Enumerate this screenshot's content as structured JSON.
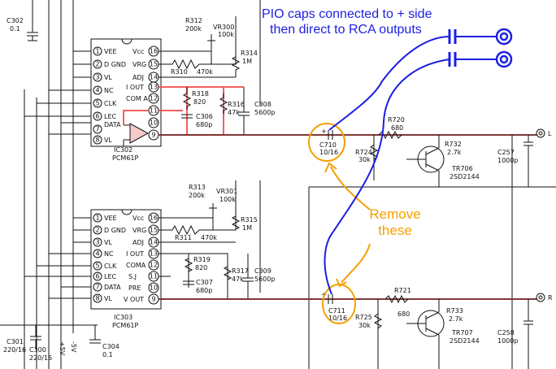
{
  "annotation": {
    "line1": "PIO caps connected to + side",
    "line2": "then direct to RCA outputs",
    "remove_line1": "Remove",
    "remove_line2": "these"
  },
  "ic_top": {
    "name": "IC302",
    "part": "PCM61P",
    "pins_left": [
      {
        "num": "1",
        "label": "VEE"
      },
      {
        "num": "2",
        "label": "D GND"
      },
      {
        "num": "3",
        "label": "VL"
      },
      {
        "num": "4",
        "label": "NC"
      },
      {
        "num": "5",
        "label": "CLK"
      },
      {
        "num": "6",
        "label": "LEC"
      },
      {
        "num": "7",
        "label": "DATA"
      },
      {
        "num": "8",
        "label": "VL"
      }
    ],
    "pins_right": [
      {
        "num": "16",
        "label": "Vcc"
      },
      {
        "num": "15",
        "label": "VRG"
      },
      {
        "num": "14",
        "label": "ADJ"
      },
      {
        "num": "13",
        "label": "I OUT"
      },
      {
        "num": "12",
        "label": "COM A"
      },
      {
        "num": "11",
        "label": ""
      },
      {
        "num": "10",
        "label": ""
      },
      {
        "num": "9",
        "label": ""
      }
    ]
  },
  "ic_bottom": {
    "name": "IC303",
    "part": "PCM61P",
    "pins_left": [
      {
        "num": "1",
        "label": "VEE"
      },
      {
        "num": "2",
        "label": "D GND"
      },
      {
        "num": "3",
        "label": "VL"
      },
      {
        "num": "4",
        "label": "NC"
      },
      {
        "num": "5",
        "label": "CLK"
      },
      {
        "num": "6",
        "label": "LEC"
      },
      {
        "num": "7",
        "label": "DATA"
      },
      {
        "num": "8",
        "label": "VL"
      }
    ],
    "pins_right": [
      {
        "num": "16",
        "label": "Vcc"
      },
      {
        "num": "15",
        "label": "VRG"
      },
      {
        "num": "14",
        "label": "ADJ"
      },
      {
        "num": "13",
        "label": "I OUT"
      },
      {
        "num": "12",
        "label": "COMA"
      },
      {
        "num": "11",
        "label": "S.J"
      },
      {
        "num": "10",
        "label": "PRE"
      },
      {
        "num": "9",
        "label": "V OUT"
      }
    ]
  },
  "components": {
    "c302": {
      "name": "C302",
      "value": "0.1"
    },
    "r312": {
      "name": "R312",
      "value": "200k"
    },
    "vr300": {
      "name": "VR300",
      "value": "100k"
    },
    "r314": {
      "name": "R314",
      "value": "1M"
    },
    "r310": {
      "name": "R310",
      "value": "470k"
    },
    "r318": {
      "name": "R318",
      "value": "820"
    },
    "r316": {
      "name": "R316",
      "value": "47k"
    },
    "c308": {
      "name": "C308",
      "value": "5600p"
    },
    "c306": {
      "name": "C306",
      "value": "680p"
    },
    "r720": {
      "name": "R720",
      "value": "680"
    },
    "c710": {
      "name": "C710",
      "value": "10/16"
    },
    "r724": {
      "name": "R724",
      "value": "30k"
    },
    "r732": {
      "name": "R732",
      "value": "2.7k"
    },
    "tr706": {
      "name": "TR706",
      "value": "2SD2144"
    },
    "c257": {
      "name": "C257",
      "value": "1000p"
    },
    "r313": {
      "name": "R313",
      "value": "200k"
    },
    "vr301": {
      "name": "VR301",
      "value": "100k"
    },
    "r315": {
      "name": "R315",
      "value": "1M"
    },
    "r311": {
      "name": "R311",
      "value": "470k"
    },
    "r319": {
      "name": "R319",
      "value": "820"
    },
    "r317": {
      "name": "R317",
      "value": "47k"
    },
    "c309": {
      "name": "C309",
      "value": "5600p"
    },
    "c307": {
      "name": "C307",
      "value": "680p"
    },
    "r721": {
      "name": "R721",
      "value": "680"
    },
    "c711": {
      "name": "C711",
      "value": "10/16"
    },
    "r725": {
      "name": "R725",
      "value": "30k"
    },
    "r733": {
      "name": "R733",
      "value": "2.7k"
    },
    "tr707": {
      "name": "TR707",
      "value": "2SD2144"
    },
    "c258": {
      "name": "C258",
      "value": "1000p"
    },
    "c301": {
      "name": "C301",
      "value": "220/16"
    },
    "c300": {
      "name": "C300",
      "value": "220/16"
    },
    "c304": {
      "name": "C304",
      "value": "0.1"
    }
  },
  "rails": {
    "plus5": "+5V",
    "minus5": "-5V"
  },
  "outputs": {
    "left": "L",
    "right": "R"
  },
  "colors": {
    "annotation_blue": "#1d1fe0",
    "remove_orange": "#f5a000",
    "highlight_red": "#f05050",
    "ink": "#111111"
  }
}
